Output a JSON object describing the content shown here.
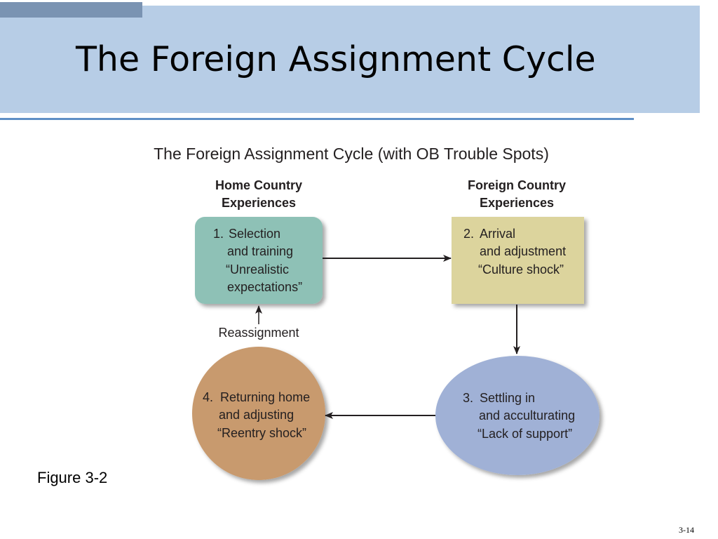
{
  "slide": {
    "title": "The Foreign Assignment Cycle",
    "figure_label": "Figure 3-2",
    "page_number": "3-14"
  },
  "diagram": {
    "title": "The Foreign Assignment Cycle (with OB Trouble Spots)",
    "columns": {
      "home": [
        "Home Country",
        "Experiences"
      ],
      "foreign": [
        "Foreign Country",
        "Experiences"
      ]
    },
    "stages": [
      {
        "number": "1.",
        "lines": [
          "Selection",
          "and training",
          "“Unrealistic",
          "expectations”"
        ],
        "color": "#8ec1b6"
      },
      {
        "number": "2.",
        "lines": [
          "Arrival",
          "and adjustment",
          "“Culture shock”"
        ],
        "color": "#dcd49d"
      },
      {
        "number": "3.",
        "lines": [
          "Settling in",
          "and acculturating",
          "“Lack of support”"
        ],
        "color": "#a0b1d6"
      },
      {
        "number": "4.",
        "lines": [
          "Returning home",
          "and adjusting",
          "“Reentry shock”"
        ],
        "color": "#c89a6e"
      }
    ],
    "reassignment_label": "Reassignment"
  }
}
